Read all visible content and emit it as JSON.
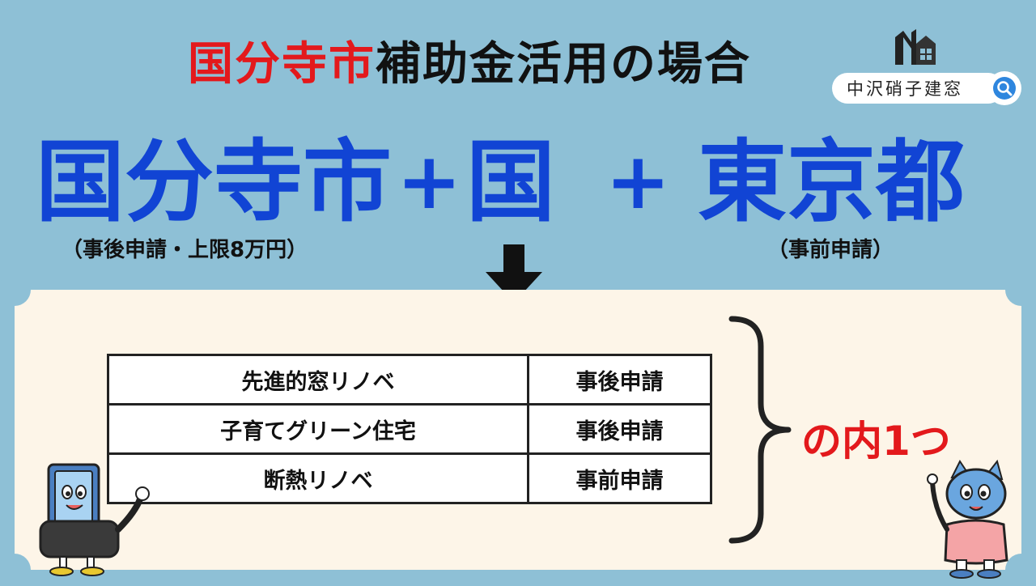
{
  "title": {
    "red_part": "国分寺市",
    "black_part": "補助金活用の場合"
  },
  "logo": {
    "brand_text": "中沢硝子建窓",
    "icon": "search-icon"
  },
  "formula": {
    "term1": "国分寺市",
    "plus1": "+",
    "term2": "国",
    "plus2": "+",
    "term3": "東京都",
    "term1_note": "（事後申請・上限8万円）",
    "term3_note": "（事前申請）"
  },
  "programs": [
    {
      "name": "先進的窓リノベ",
      "timing": "事後申請"
    },
    {
      "name": "子育てグリーン住宅",
      "timing": "事後申請"
    },
    {
      "name": "断熱リノベ",
      "timing": "事前申請"
    }
  ],
  "choice_text": "の内1つ",
  "colors": {
    "background": "#8ec0d6",
    "accent_red": "#e3191c",
    "accent_blue": "#1144d4",
    "panel": "#fdf5e8"
  }
}
